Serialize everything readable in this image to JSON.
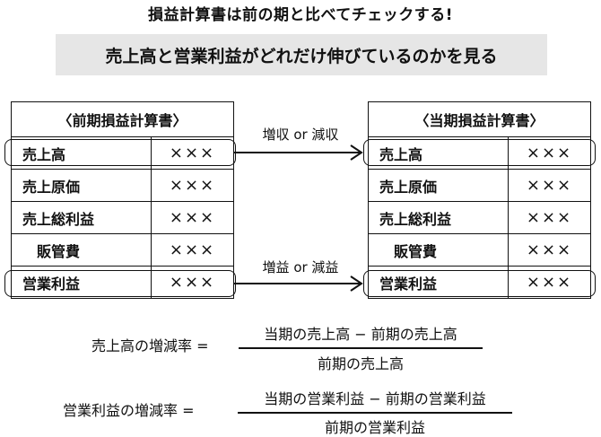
{
  "title": "損益計算書は前の期と比べてチェックする!",
  "subtitle": "売上高と営業利益がどれだけ伸びているのかを見る",
  "left_table": {
    "header": "〈前期損益計算書〉",
    "rows": [
      {
        "label": "売上高",
        "value": "×××"
      },
      {
        "label": "売上原価",
        "value": "×××"
      },
      {
        "label": "売上総利益",
        "value": "×××"
      },
      {
        "label": "販管費",
        "value": "×××"
      },
      {
        "label": "営業利益",
        "value": "×××"
      }
    ]
  },
  "right_table": {
    "header": "〈当期損益計算書〉",
    "rows": [
      {
        "label": "売上高",
        "value": "×××"
      },
      {
        "label": "売上原価",
        "value": "×××"
      },
      {
        "label": "売上総利益",
        "value": "×××"
      },
      {
        "label": "販管費",
        "value": "×××"
      },
      {
        "label": "営業利益",
        "value": "×××"
      }
    ]
  },
  "arrows": {
    "top_label": "増収 or 減収",
    "bottom_label": "増益 or 減益"
  },
  "formulas": [
    {
      "lhs": "売上高の増減率 =",
      "numerator": "当期の売上高 − 前期の売上高",
      "denominator": "前期の売上高"
    },
    {
      "lhs": "営業利益の増減率 =",
      "numerator": "当期の営業利益 − 前期の営業利益",
      "denominator": "前期の営業利益"
    }
  ]
}
